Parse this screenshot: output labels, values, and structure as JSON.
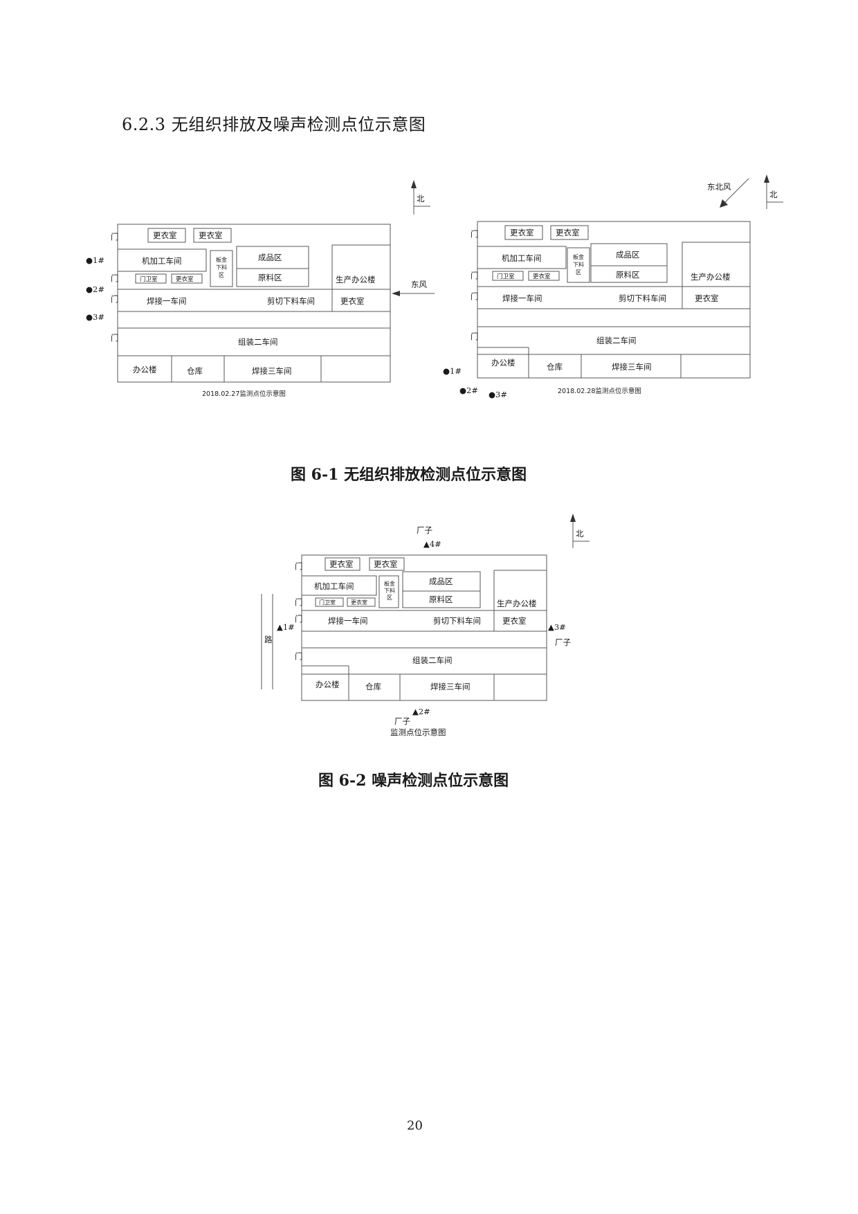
{
  "section_title": "6.2.3 无组织排放及噪声检测点位示意图",
  "labels": {
    "north": "北",
    "door": "门",
    "changing_room": "更衣室",
    "machining_workshop": "机加工车间",
    "sheet_metal_a": "板金",
    "sheet_metal_b": "下料",
    "sheet_metal_c": "区",
    "finished_goods": "成品区",
    "raw_material": "原料区",
    "guard_room": "门卫室",
    "production_office": "生产办公楼",
    "welding_1": "焊接一车间",
    "cutting": "剪切下料车间",
    "assembly_2": "组装二车间",
    "office": "办公楼",
    "warehouse": "仓库",
    "welding_3": "焊接三车间",
    "factory": "厂子",
    "road": "路"
  },
  "figure1": {
    "left": {
      "caption": "2018.02.27监测点位示意图",
      "wind": "东风",
      "points": [
        "●1#",
        "●2#",
        "●3#"
      ]
    },
    "right": {
      "caption": "2018.02.28监测点位示意图",
      "wind": "东北风",
      "points": [
        "●1#",
        "●2#",
        "●3#"
      ]
    },
    "title": "图 6-1  无组织排放检测点位示意图"
  },
  "figure2": {
    "caption": "监测点位示意图",
    "points": [
      "▲1#",
      "▲2#",
      "▲3#",
      "▲4#"
    ],
    "title": "图 6-2 噪声检测点位示意图"
  },
  "page_number": "20"
}
